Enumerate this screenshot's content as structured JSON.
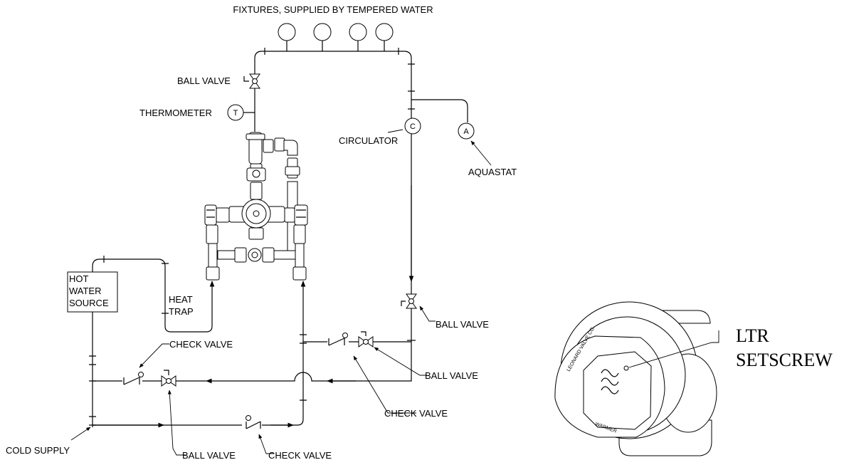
{
  "labels": {
    "fixtures": "FIXTURES, SUPPLIED BY TEMPERED WATER",
    "ball_valve_top": "BALL VALVE",
    "thermometer": "THERMOMETER",
    "thermometer_symbol": "T",
    "circulator": "CIRCULATOR",
    "circulator_symbol": "C",
    "aquastat": "AQUASTAT",
    "aquastat_symbol": "A",
    "hot_water_source_1": "HOT",
    "hot_water_source_2": "WATER",
    "hot_water_source_3": "SOURCE",
    "heat_trap_1": "HEAT",
    "heat_trap_2": "TRAP",
    "ball_valve_right": "BALL VALVE",
    "check_valve_left": "CHECK VALVE",
    "ball_valve_mid": "BALL VALVE",
    "check_valve_mid": "CHECK VALVE",
    "cold_supply": "COLD SUPPLY",
    "ball_valve_bottom": "BALL VALVE",
    "check_valve_bottom": "CHECK VALVE",
    "ltr": "LTR",
    "setscrew": "SETSCREW",
    "valve_brand": "LEONARD VALVE CO.",
    "valve_warmer": "WARMER"
  }
}
